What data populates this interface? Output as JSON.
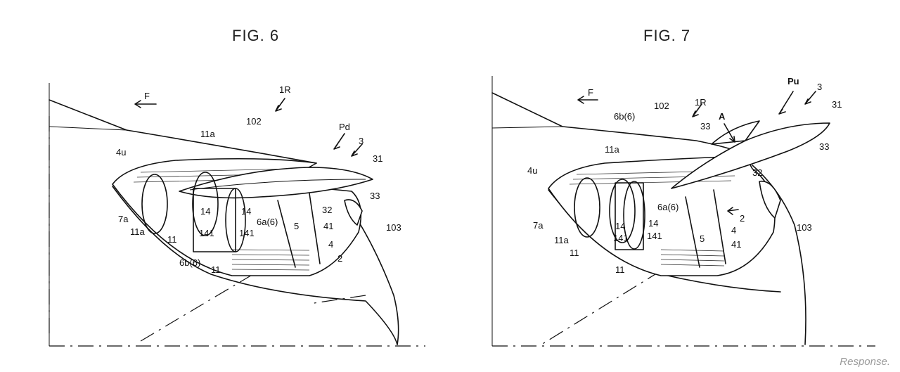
{
  "figures": [
    {
      "title": "FIG. 6",
      "labels": [
        "F",
        "1R",
        "102",
        "11a",
        "4u",
        "Pd",
        "3",
        "31",
        "33",
        "32",
        "14",
        "14",
        "141",
        "141",
        "6a(6)",
        "7a",
        "11a",
        "11",
        "5",
        "41",
        "4",
        "2",
        "103",
        "6b(6)",
        "11"
      ]
    },
    {
      "title": "FIG. 7",
      "labels": [
        "F",
        "1R",
        "102",
        "6b(6)",
        "Pu",
        "3",
        "31",
        "A",
        "33",
        "33",
        "11a",
        "4u",
        "32",
        "6a(6)",
        "2",
        "4",
        "14",
        "14",
        "141",
        "141",
        "7a",
        "11a",
        "11",
        "5",
        "41",
        "103",
        "11"
      ]
    }
  ],
  "watermark": "Response."
}
